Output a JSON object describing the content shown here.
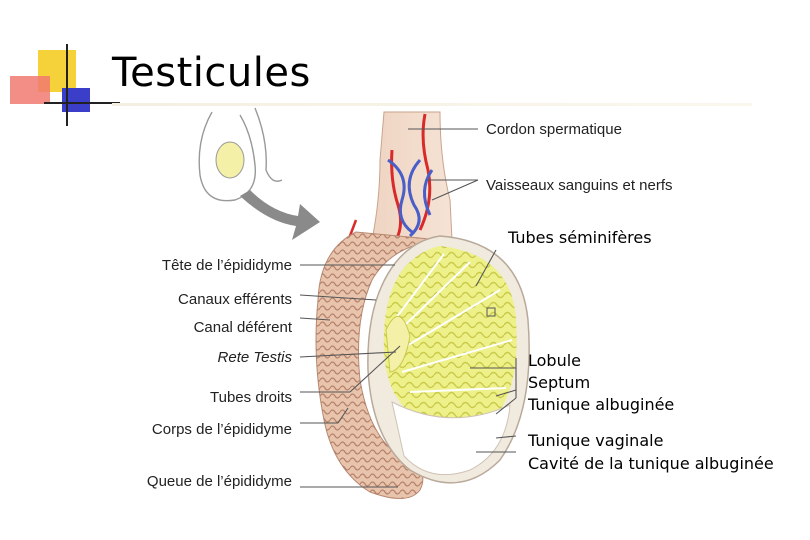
{
  "slide": {
    "title": "Testicules"
  },
  "labels_left": {
    "tete": "Tête de l’épididyme",
    "canaux": "Canaux efférents",
    "canal_deferent": "Canal déférent",
    "rete": "Rete Testis",
    "tubes_droits": "Tubes droits",
    "corps": "Corps de l’épididyme",
    "queue": "Queue de l’épididyme"
  },
  "labels_right": {
    "cordon": "Cordon spermatique",
    "vaisseaux": "Vaisseaux sanguins et nerfs",
    "tubes_seminiferes": "Tubes séminifères",
    "lobule": "Lobule",
    "septum": "Septum",
    "tunique_albuginee": "Tunique albuginée",
    "tunique_vaginale": "Tunique vaginale",
    "cavite": "Cavité de la tunique albuginée"
  },
  "colors": {
    "accent_yellow": "#f5d23a",
    "accent_red": "#e8443a",
    "accent_blue": "#3a3ec8",
    "seminiferous_yellow": "#eef08a",
    "epididymis_tan": "#e8c4ad",
    "artery_red": "#d92a2a",
    "vein_blue": "#4a5ec8"
  }
}
